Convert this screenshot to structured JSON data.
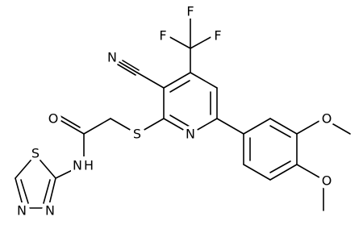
{
  "molecule": {
    "atoms": {
      "F_top": "F",
      "F_left": "F",
      "F_right": "F",
      "N_nitrile": "N",
      "S_thioether": "S",
      "N_pyridine": "N",
      "O_carbonyl": "O",
      "N_amide": "N",
      "H_amide": "H",
      "S_thiadiazole": "S",
      "N_thiadiazole_1": "N",
      "N_thiadiazole_2": "N",
      "O_methoxy_upper": "O",
      "O_methoxy_lower": "O"
    }
  }
}
